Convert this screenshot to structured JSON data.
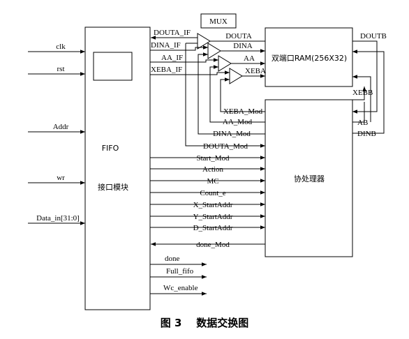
{
  "blocks": {
    "fifo_title": "FIFO",
    "fifo_subtitle": "接口模块",
    "ram": "双端口RAM(256X32)",
    "processor": "协处理器",
    "mux": "MUX"
  },
  "inputs": {
    "clk": "clk",
    "rst": "rst",
    "addr": "Addr",
    "wr": "wr",
    "data_in": "Data_in[31:0]"
  },
  "fifo_mux_signals": {
    "douta_if": "DOUTA_IF",
    "dina_if": "DINA_IF",
    "aa_if": "AA_IF",
    "xeba_if": "XEBA_IF"
  },
  "ram_port_a": {
    "douta": "DOUTA",
    "dina": "DINA",
    "aa": "AA",
    "xeba": "XEBA"
  },
  "processor_mux_signals": {
    "xeba_mod": "XEBA_Mod",
    "aa_mod": "AA_Mod",
    "dina_mod": "DINA_Mod",
    "douta_mod": "DOUTA_Mod"
  },
  "control_signals": {
    "start_mod": "Start_Mod",
    "action": "Action",
    "mc": "MC",
    "count_e": "Count_e",
    "x_start": "X_StartAddr",
    "y_start": "Y_StartAddr",
    "d_start": "D_StartAddr",
    "done_mod": "done_Mod"
  },
  "outputs": {
    "done": "done",
    "full_fifo": "Full_fifo",
    "wc_enable": "Wc_enable"
  },
  "ram_port_b": {
    "doutb": "DOUTB",
    "xebb": "XEBB",
    "ab": "AB",
    "dinb": "DINB"
  },
  "caption": "图 3    数据交换图"
}
